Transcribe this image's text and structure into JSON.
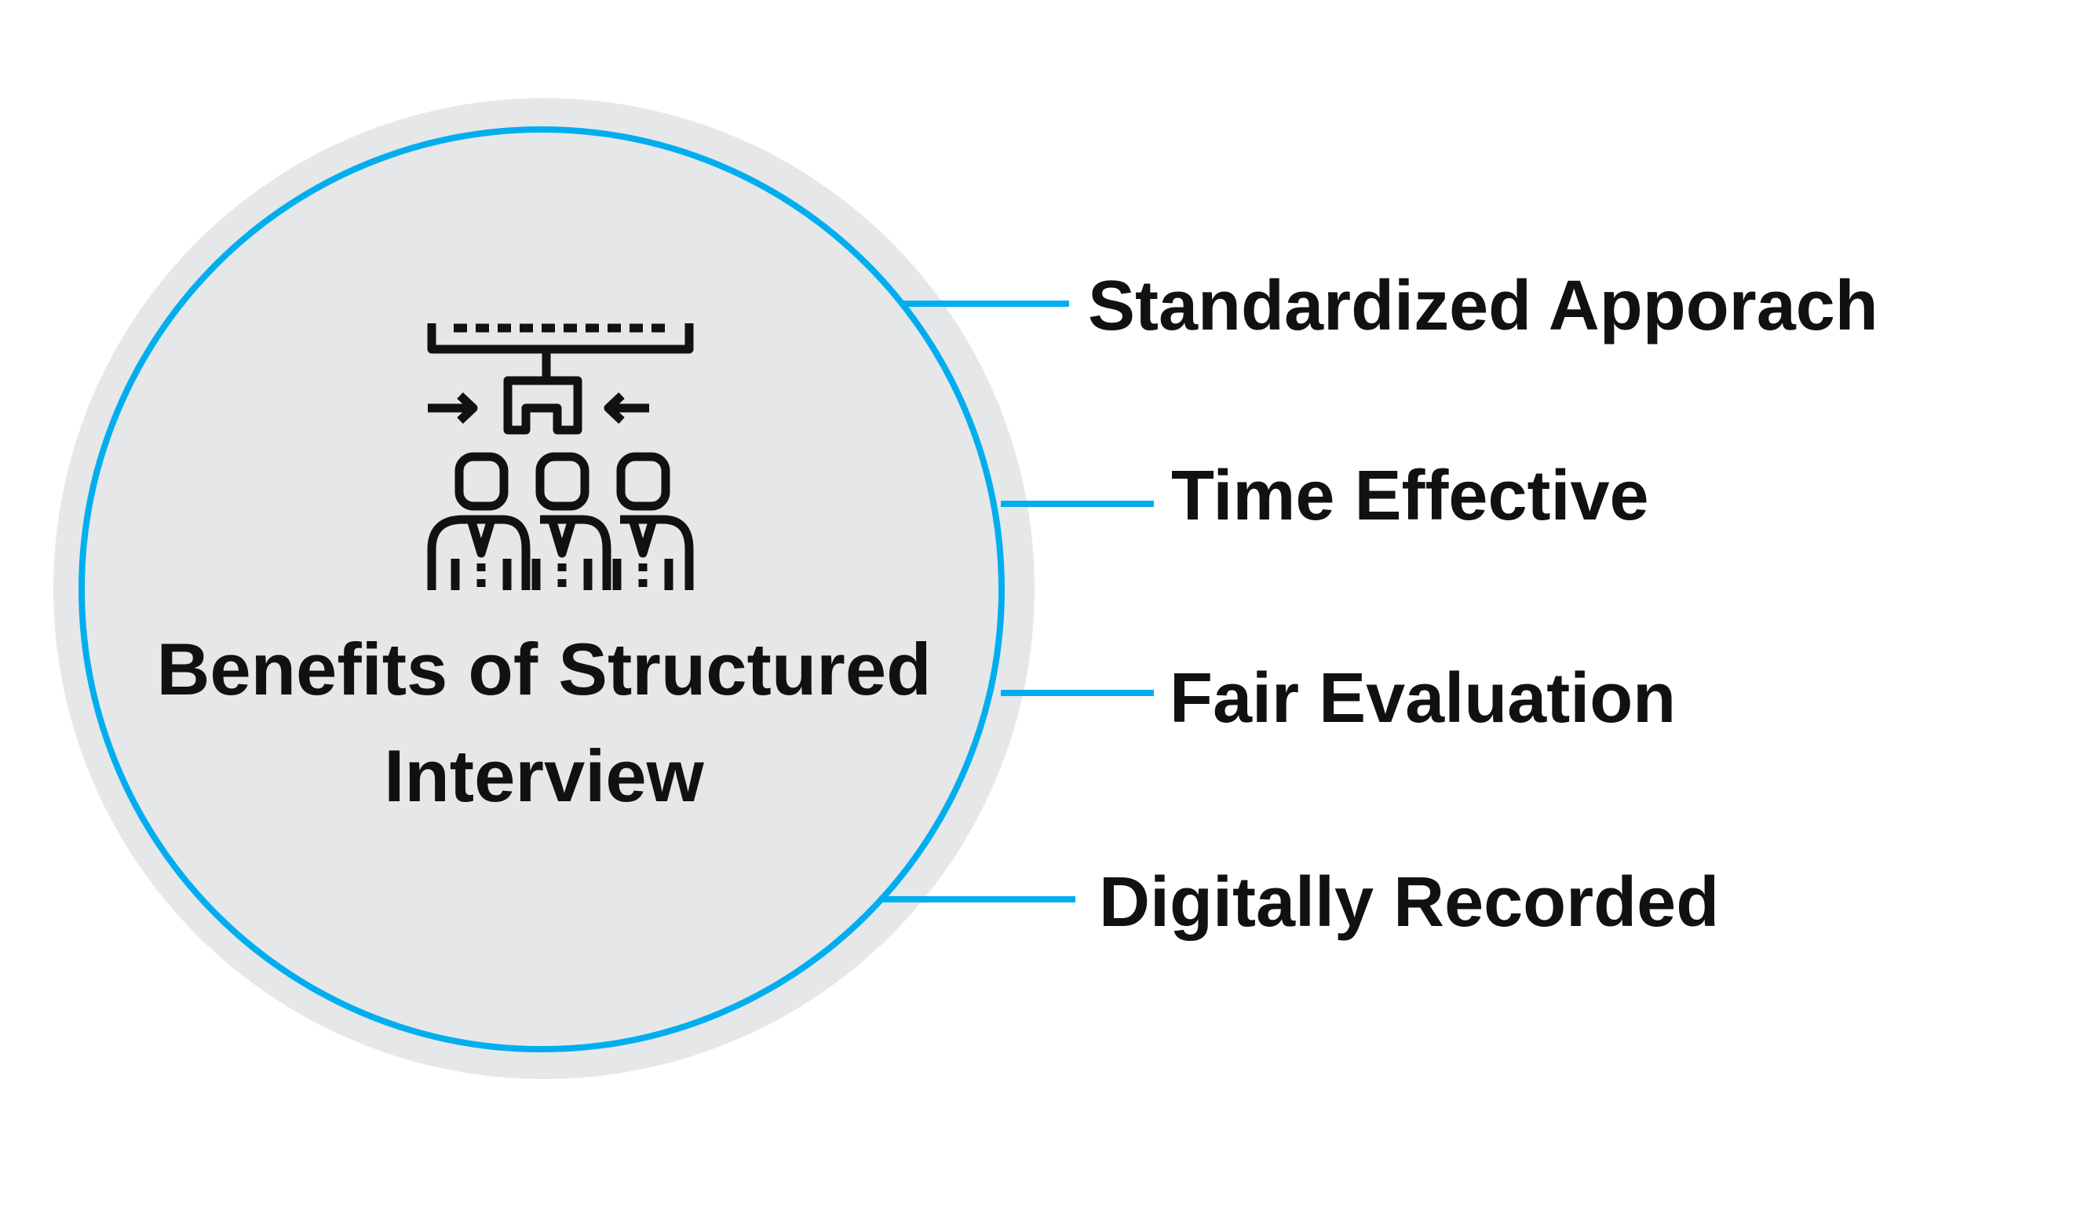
{
  "title": {
    "line1": "Benefits of Structured",
    "line2": "Interview"
  },
  "icon": "interview-panel-icon",
  "benefits": [
    {
      "label": "Standardized Apporach"
    },
    {
      "label": "Time Effective"
    },
    {
      "label": "Fair Evaluation"
    },
    {
      "label": "Digitally Recorded"
    }
  ],
  "colors": {
    "accent": "#00aeef",
    "circle": "#e6e7e8",
    "text": "#111111"
  }
}
